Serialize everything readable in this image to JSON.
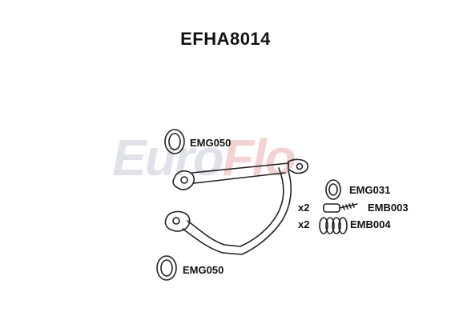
{
  "title": "EFHA8014",
  "watermark": {
    "part1": "Euro",
    "part2": "Flo"
  },
  "parts": {
    "gasket_top": "EMG050",
    "gasket_bottom": "EMG050",
    "gasket_right": "EMG031",
    "bolt": "EMB003",
    "spring": "EMB004"
  },
  "quantities": {
    "bolt": "x2",
    "spring": "x2"
  },
  "colors": {
    "outline": "#222222",
    "watermark_grey": "#d9dce4",
    "watermark_red": "#f0c8c8"
  }
}
